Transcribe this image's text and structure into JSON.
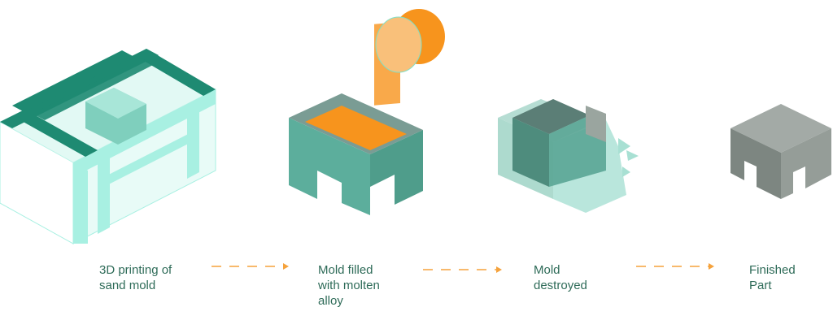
{
  "steps": [
    {
      "label": "3D printing of\nsand mold"
    },
    {
      "label": "Mold filled\nwith molten\nalloy"
    },
    {
      "label": "Mold\ndestroyed"
    },
    {
      "label": "Finished\nPart"
    }
  ],
  "colors": {
    "text": "#2e6b58",
    "arrow": "#f5a23c",
    "mold_frame": "#1e8a72",
    "mold_light": "#a8f0e2",
    "sand": "#5cae9c",
    "alloy": "#f7941d",
    "part": "#8a948f"
  }
}
